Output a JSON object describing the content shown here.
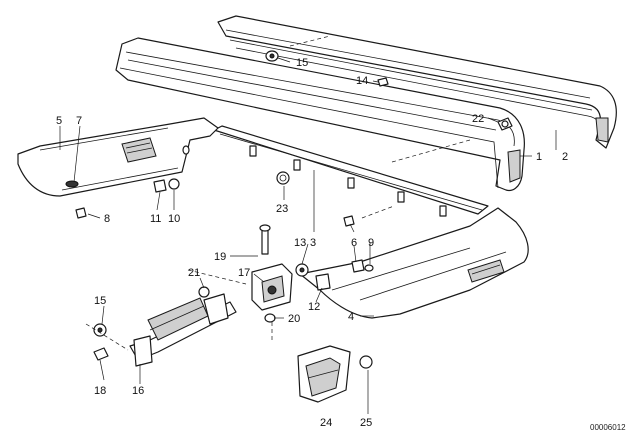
{
  "callouts": {
    "c1": "1",
    "c2": "2",
    "c3": "3",
    "c4": "4",
    "c5": "5",
    "c6": "6",
    "c7": "7",
    "c8": "8",
    "c9": "9",
    "c10": "10",
    "c11": "11",
    "c12": "12",
    "c13": "13",
    "c14": "14",
    "c15a": "15",
    "c15b": "15",
    "c16": "16",
    "c17": "17",
    "c18": "18",
    "c19": "19",
    "c20": "20",
    "c21": "21",
    "c22": "22",
    "c23": "23",
    "c24": "24",
    "c25": "25"
  },
  "drawing_code": "00006012"
}
